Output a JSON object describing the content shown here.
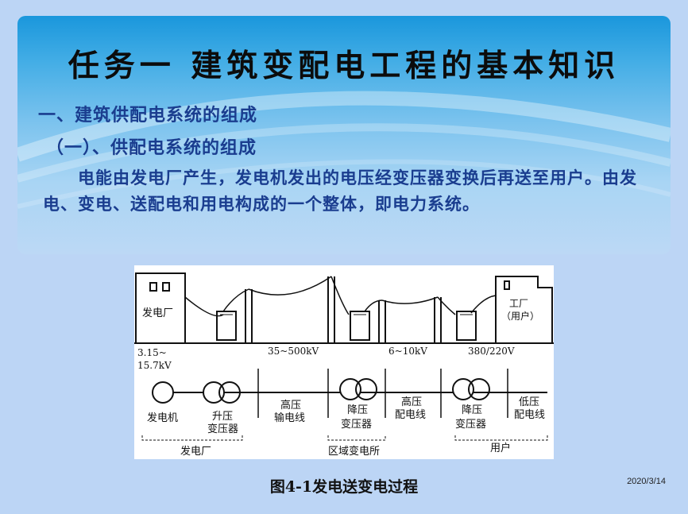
{
  "slide": {
    "title": "任务一  建筑变配电工程的基本知识",
    "heading1": "一、建筑供配电系统的组成",
    "heading2": "（一）、供配电系统的组成",
    "paragraph": "电能由发电厂产生，发电机发出的电压经变压器变换后再送至用户。由发电、变电、送配电和用电构成的一个整体，即电力系统。",
    "caption": "图4-1发电送变电过程",
    "date": "2020/3/14"
  },
  "figure": {
    "plant_label": "发电厂",
    "factory_label": "工厂",
    "factory_user_label": "（用户）",
    "voltage_gen_line1": "3.15~",
    "voltage_gen_line2": "15.7kV",
    "voltage_hv": "35~500kV",
    "voltage_mv": "6~10kV",
    "voltage_lv": "380/220V",
    "generator_label": "发电机",
    "stepup_label_1": "升压",
    "stepup_label_2": "变压器",
    "hv_line_label_1": "高压",
    "hv_line_label_2": "输电线",
    "stepdown_label_1": "降压",
    "stepdown_label_2": "变压器",
    "mv_line_label_1": "高压",
    "mv_line_label_2": "配电线",
    "user_stepdown_label_1": "降压",
    "user_stepdown_label_2": "变压器",
    "lv_line_label_1": "低压",
    "lv_line_label_2": "配电线",
    "group_plant": "发电厂",
    "group_substation": "区域变电所",
    "group_user": "用户"
  }
}
